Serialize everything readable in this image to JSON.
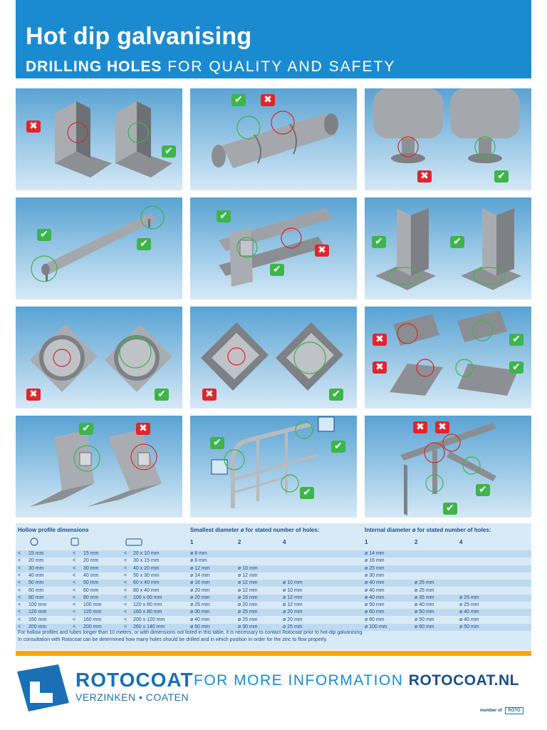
{
  "header": {
    "title": "Hot dip galvanising",
    "subtitle_bold": "DRILLING HOLES",
    "subtitle_rest": "FOR QUALITY AND SAFETY"
  },
  "marks": {
    "ok": "✔",
    "no": "✖"
  },
  "table": {
    "header_hollow": "Hollow profile dimensions",
    "header_smallest": "Smallest diameter ø for stated number of holes:",
    "header_internal": "Internal diameter ø for stated number of holes:",
    "holes": [
      "1",
      "2",
      "4"
    ],
    "rows": [
      [
        "<",
        "15 mm",
        "<",
        "15 mm",
        "<",
        "20 x 10 mm",
        "ø 8 mm",
        "",
        "",
        "ø 14 mm",
        "",
        ""
      ],
      [
        "<",
        "20 mm",
        "<",
        "20 mm",
        "<",
        "30 x 15 mm",
        "ø 8 mm",
        "",
        "",
        "ø 16 mm",
        "",
        ""
      ],
      [
        "<",
        "30 mm",
        "<",
        "30 mm",
        "<",
        "40 x 20 mm",
        "ø 12 mm",
        "ø 10 mm",
        "",
        "ø 25 mm",
        "",
        ""
      ],
      [
        "<",
        "40 mm",
        "<",
        "40 mm",
        "<",
        "50 x 30 mm",
        "ø 14 mm",
        "ø 12 mm",
        "",
        "ø 30 mm",
        "",
        ""
      ],
      [
        "<",
        "50 mm",
        "<",
        "50 mm",
        "<",
        "60 x 40 mm",
        "ø 16 mm",
        "ø 12 mm",
        "ø 10 mm",
        "ø 40 mm",
        "ø 25 mm",
        ""
      ],
      [
        "<",
        "60 mm",
        "<",
        "60 mm",
        "<",
        "80 x 40 mm",
        "ø 20 mm",
        "ø 12 mm",
        "ø 10 mm",
        "ø 40 mm",
        "ø 25 mm",
        ""
      ],
      [
        "<",
        "80 mm",
        "<",
        "80 mm",
        "<",
        "100 x 60 mm",
        "ø 20 mm",
        "ø 16 mm",
        "ø 12 mm",
        "ø 40 mm",
        "ø 35 mm",
        "ø 25 mm"
      ],
      [
        "<",
        "100 mm",
        "<",
        "100 mm",
        "<",
        "120 x 80 mm",
        "ø 25 mm",
        "ø 20 mm",
        "ø 12 mm",
        "ø 50 mm",
        "ø 40 mm",
        "ø 25 mm"
      ],
      [
        "<",
        "120 mm",
        "<",
        "120 mm",
        "<",
        "160 x 80 mm",
        "ø 30 mm",
        "ø 25 mm",
        "ø 20 mm",
        "ø 60 mm",
        "ø 50 mm",
        "ø 40 mm"
      ],
      [
        "<",
        "160 mm",
        "<",
        "160 mm",
        "<",
        "200 x 120 mm",
        "ø 40 mm",
        "ø 25 mm",
        "ø 20 mm",
        "ø 80 mm",
        "ø 50 mm",
        "ø 40 mm"
      ],
      [
        "<",
        "200 mm",
        "<",
        "200 mm",
        "<",
        "260 x 140 mm",
        "ø 50 mm",
        "ø 30 mm",
        "ø 25 mm",
        "ø 100 mm",
        "ø 60 mm",
        "ø 50 mm"
      ]
    ],
    "note_1": "For hollow profiles and tubes longer than 10 meters, or with dimensions not listed in this table, it is necessary to contact Rotocoat prior to hot-dip galvanising.",
    "note_2": "In consultation with Rotocoat can be determined how many holes should be drilled and in which position in order for the zinc to flow properly."
  },
  "footer": {
    "brand": "ROTOCOAT",
    "tagline": "VERZINKEN • COATEN",
    "more_info": "FOR MORE INFORMATION",
    "website": "ROTOCOAT.NL",
    "member_of": "member of",
    "member_logo": "ROTO"
  },
  "colors": {
    "blue": "#1a8bd0",
    "dark_blue": "#1a4f8a",
    "ok": "#3db54a",
    "no": "#e2242c",
    "orange": "#f6a800"
  }
}
